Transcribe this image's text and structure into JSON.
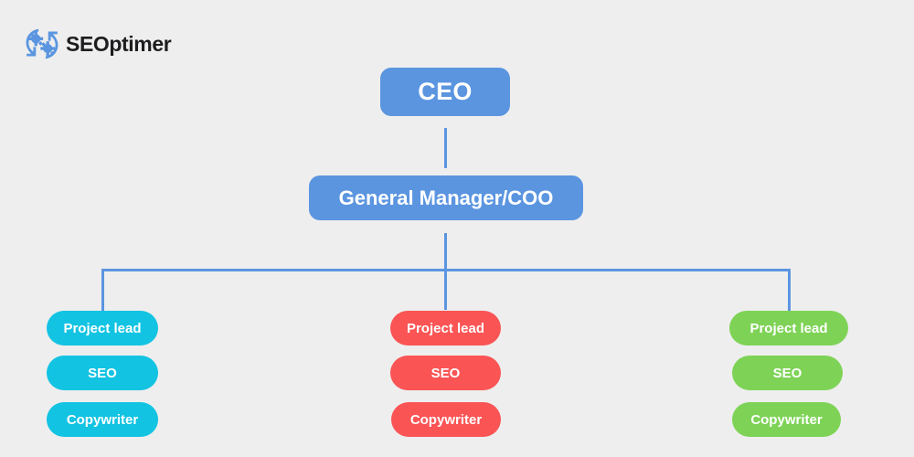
{
  "brand": {
    "name": "SEOptimer",
    "logo_icon": "gears-refresh-icon",
    "logo_color": "#5b95e0",
    "text_color": "#1d1d1f"
  },
  "canvas": {
    "background_color": "#eeeeee",
    "connector_color": "#5b95e0"
  },
  "chart_data": {
    "type": "diagram",
    "diagram_type": "organizational-chart",
    "title": "",
    "nodes": [
      {
        "id": "ceo",
        "label": "CEO",
        "level": 0,
        "color": "#5b95e0"
      },
      {
        "id": "gm",
        "label": "General Manager/COO",
        "level": 1,
        "color": "#5b95e0"
      },
      {
        "id": "team1-lead",
        "label": "Project lead",
        "level": 2,
        "team": 1,
        "color": "#12c3e2"
      },
      {
        "id": "team1-seo",
        "label": "SEO",
        "level": 2,
        "team": 1,
        "color": "#12c3e2"
      },
      {
        "id": "team1-copy",
        "label": "Copywriter",
        "level": 2,
        "team": 1,
        "color": "#12c3e2"
      },
      {
        "id": "team2-lead",
        "label": "Project lead",
        "level": 2,
        "team": 2,
        "color": "#fa5455"
      },
      {
        "id": "team2-seo",
        "label": "SEO",
        "level": 2,
        "team": 2,
        "color": "#fa5455"
      },
      {
        "id": "team2-copy",
        "label": "Copywriter",
        "level": 2,
        "team": 2,
        "color": "#fa5455"
      },
      {
        "id": "team3-lead",
        "label": "Project lead",
        "level": 2,
        "team": 3,
        "color": "#7ed356"
      },
      {
        "id": "team3-seo",
        "label": "SEO",
        "level": 2,
        "team": 3,
        "color": "#7ed356"
      },
      {
        "id": "team3-copy",
        "label": "Copywriter",
        "level": 2,
        "team": 3,
        "color": "#7ed356"
      }
    ],
    "edges": [
      {
        "from": "ceo",
        "to": "gm"
      },
      {
        "from": "gm",
        "to": "team1-lead"
      },
      {
        "from": "gm",
        "to": "team2-lead"
      },
      {
        "from": "gm",
        "to": "team3-lead"
      }
    ]
  },
  "top": {
    "ceo": "CEO",
    "general_manager": "General Manager/COO"
  },
  "teams": [
    {
      "color": "#12c3e2",
      "project_lead": "Project lead",
      "seo": "SEO",
      "copywriter": "Copywriter"
    },
    {
      "color": "#fa5455",
      "project_lead": "Project lead",
      "seo": "SEO",
      "copywriter": "Copywriter"
    },
    {
      "color": "#7ed356",
      "project_lead": "Project lead",
      "seo": "SEO",
      "copywriter": "Copywriter"
    }
  ]
}
